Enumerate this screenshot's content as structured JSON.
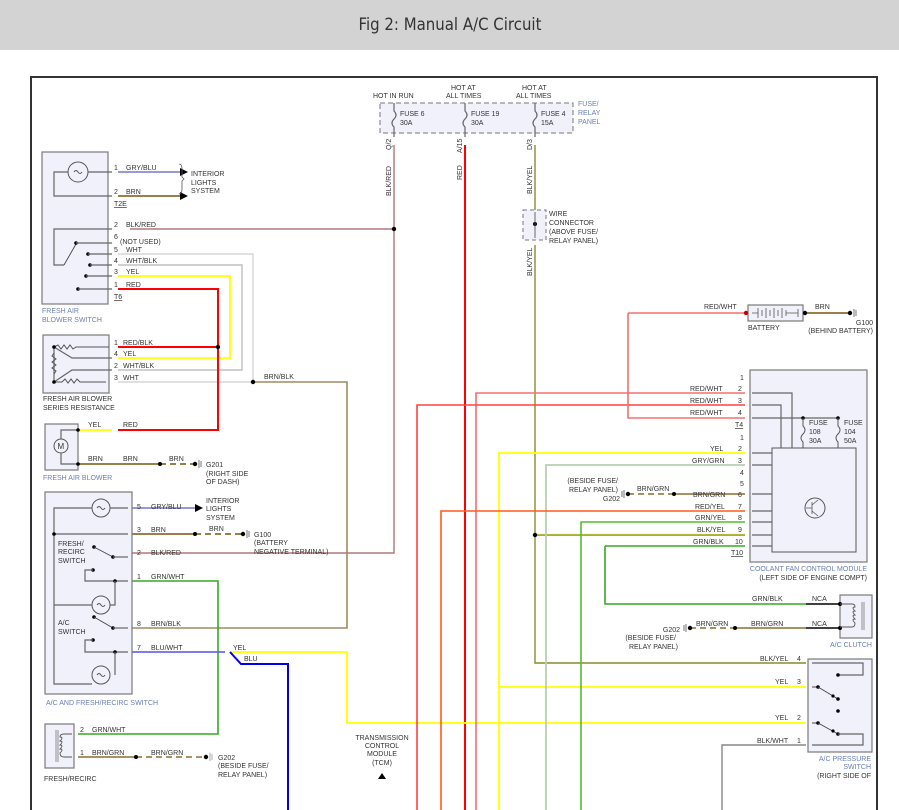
{
  "page": {
    "title": "Fig 2: Manual A/C Circuit"
  },
  "fuse_panel": {
    "label": [
      "FUSE/",
      "RELAY",
      "PANEL"
    ],
    "feeds": [
      {
        "header": [
          "HOT IN RUN"
        ],
        "fuse": "FUSE 6",
        "rating": "30A",
        "pin": "Q/2",
        "wire": "BLK/RED"
      },
      {
        "header": [
          "HOT AT",
          "ALL TIMES"
        ],
        "fuse": "FUSE 19",
        "rating": "30A",
        "pin": "A/15",
        "wire": "RED"
      },
      {
        "header": [
          "HOT AT",
          "ALL TIMES"
        ],
        "fuse": "FUSE 4",
        "rating": "15A",
        "pin": "D/3",
        "wire": "BLK/YEL"
      }
    ]
  },
  "wire_connector": {
    "label": [
      "WIRE",
      "CONNECTOR",
      "(ABOVE FUSE/",
      "RELAY PANEL)"
    ],
    "wire_below": "BLK/YEL"
  },
  "fresh_air_blower_switch": {
    "label": [
      "FRESH AIR",
      "BLOWER SWITCH"
    ],
    "conn_a": "T2E",
    "conn_b": "T6",
    "pins_a": [
      {
        "pin": "1",
        "wire": "GRY/BLU"
      },
      {
        "pin": "2",
        "wire": "BRN"
      }
    ],
    "interior_lights": [
      "INTERIOR",
      "LIGHTS",
      "SYSTEM"
    ],
    "pins_b": [
      {
        "pin": "2",
        "wire": "BLK/RED"
      },
      {
        "pin": "6",
        "wire": "(NOT USED)"
      },
      {
        "pin": "5",
        "wire": "WHT"
      },
      {
        "pin": "4",
        "wire": "WHT/BLK"
      },
      {
        "pin": "3",
        "wire": "YEL"
      },
      {
        "pin": "1",
        "wire": "RED"
      }
    ]
  },
  "series_resistance": {
    "label": [
      "FRESH AIR BLOWER",
      "SERIES RESISTANCE"
    ],
    "pins": [
      {
        "pin": "1",
        "wire": "RED/BLK"
      },
      {
        "pin": "4",
        "wire": "YEL"
      },
      {
        "pin": "2",
        "wire": "WHT/BLK"
      },
      {
        "pin": "3",
        "wire": "WHT"
      }
    ],
    "out_wire": "BRN/BLK"
  },
  "blower_motor": {
    "label": "FRESH AIR BLOWER",
    "motor_symbol": "M",
    "wires": {
      "top_left": "YEL",
      "top_right": "RED",
      "bot_left": "BRN",
      "bot_mid": "BRN",
      "bot_right": "BRN"
    },
    "ground": {
      "id": "G201",
      "desc": [
        "(RIGHT SIDE",
        "OF DASH)"
      ]
    }
  },
  "ac_recirc_switch": {
    "label": "A/C AND FRESH/RECIRC SWITCH",
    "fresh_label": [
      "FRESH/",
      "RECIRC",
      "SWITCH"
    ],
    "ac_label": [
      "A/C",
      "SWITCH"
    ],
    "pins": [
      {
        "pin": "5",
        "wire": "GRY/BLU"
      },
      {
        "pin": "3",
        "wire": "BRN"
      },
      {
        "pin": "2",
        "wire": "BLK/RED"
      },
      {
        "pin": "1",
        "wire": "GRN/WHT"
      },
      {
        "pin": "8",
        "wire": "BRN/BLK"
      },
      {
        "pin": "7",
        "wire": "BLU/WHT"
      }
    ],
    "interior_lights": [
      "INTERIOR",
      "LIGHTS",
      "SYSTEM"
    ],
    "ground_wire": "BRN",
    "ground": {
      "id": "G100",
      "desc": [
        "(BATTERY",
        "NEGATIVE TERMINAL)"
      ]
    },
    "split": {
      "yel": "YEL",
      "blu": "BLU"
    }
  },
  "recirc_motor": {
    "label": "FRESH/RECIRC",
    "pins": [
      {
        "pin": "2",
        "wire": "GRN/WHT"
      },
      {
        "pin": "1",
        "wire": "BRN/GRN"
      }
    ],
    "ground_wire": "BRN/GRN",
    "ground": {
      "id": "G202",
      "desc": [
        "(BESIDE FUSE/",
        "RELAY PANEL)"
      ]
    }
  },
  "tcm": {
    "label": [
      "TRANSMISSION",
      "CONTROL",
      "MODULE",
      "(TCM)"
    ]
  },
  "battery": {
    "label": "BATTERY",
    "pos_wire": "RED/WHT",
    "neg_wire": "BRN",
    "ground": {
      "id": "G100",
      "desc": "(BEHIND BATTERY)"
    }
  },
  "coolant_fan_module": {
    "label": [
      "COOLANT FAN CONTROL MODULE",
      "(LEFT SIDE OF ENGINE COMPT)"
    ],
    "conn_a": "T4",
    "conn_b": "T10",
    "pins_a": [
      {
        "pin": "1",
        "wire": ""
      },
      {
        "pin": "2",
        "wire": "RED/WHT"
      },
      {
        "pin": "3",
        "wire": "RED/WHT"
      },
      {
        "pin": "4",
        "wire": "RED/WHT"
      }
    ],
    "pins_b": [
      {
        "pin": "1",
        "wire": ""
      },
      {
        "pin": "2",
        "wire": "YEL"
      },
      {
        "pin": "3",
        "wire": "GRY/GRN"
      },
      {
        "pin": "4",
        "wire": ""
      },
      {
        "pin": "5",
        "wire": ""
      },
      {
        "pin": "6",
        "wire": "BRN/GRN"
      },
      {
        "pin": "7",
        "wire": "RED/YEL"
      },
      {
        "pin": "8",
        "wire": "GRN/YEL"
      },
      {
        "pin": "9",
        "wire": "BLK/YEL"
      },
      {
        "pin": "10",
        "wire": "GRN/BLK"
      }
    ],
    "fuses": [
      {
        "name": "FUSE",
        "num": "108",
        "rating": "30A"
      },
      {
        "name": "FUSE",
        "num": "104",
        "rating": "50A"
      }
    ],
    "ground_wire": "BRN/GRN",
    "ground": {
      "id": "G202",
      "desc": [
        "(BESIDE FUSE/",
        "RELAY PANEL)"
      ]
    }
  },
  "ac_clutch": {
    "label": "A/C CLUTCH",
    "pins": [
      {
        "pin": "NCA",
        "wire": "GRN/BLK"
      },
      {
        "pin": "NCA",
        "wire": "BRN/GRN"
      }
    ],
    "ground_wire": "BRN/GRN",
    "ground": {
      "id": "G202",
      "desc": [
        "(BESIDE FUSE/",
        "RELAY PANEL)"
      ]
    }
  },
  "ac_pressure_switch": {
    "label": [
      "A/C PRESSURE",
      "SWITCH",
      "(RIGHT SIDE OF"
    ],
    "pins": [
      {
        "pin": "4",
        "wire": "BLK/YEL"
      },
      {
        "pin": "3",
        "wire": "YEL"
      },
      {
        "pin": "2",
        "wire": "YEL"
      },
      {
        "pin": "1",
        "wire": "BLK/WHT"
      }
    ]
  },
  "colors": {
    "red": "#ff0000",
    "red_light": "#f07070",
    "yellow": "#ffff00",
    "brown": "#8b6d2f",
    "brn_blk": "#a08a60",
    "blk_red": "#b07878",
    "blk_yel": "#8a8a30",
    "green": "#33aa22",
    "gray_green": "#b8d0b0",
    "gray": "#cccccc",
    "gry_blu": "#8a8ad8",
    "blue": "#0000ee",
    "blu_wht": "#6a6ae8",
    "orange_red": "#ff5a1a"
  }
}
